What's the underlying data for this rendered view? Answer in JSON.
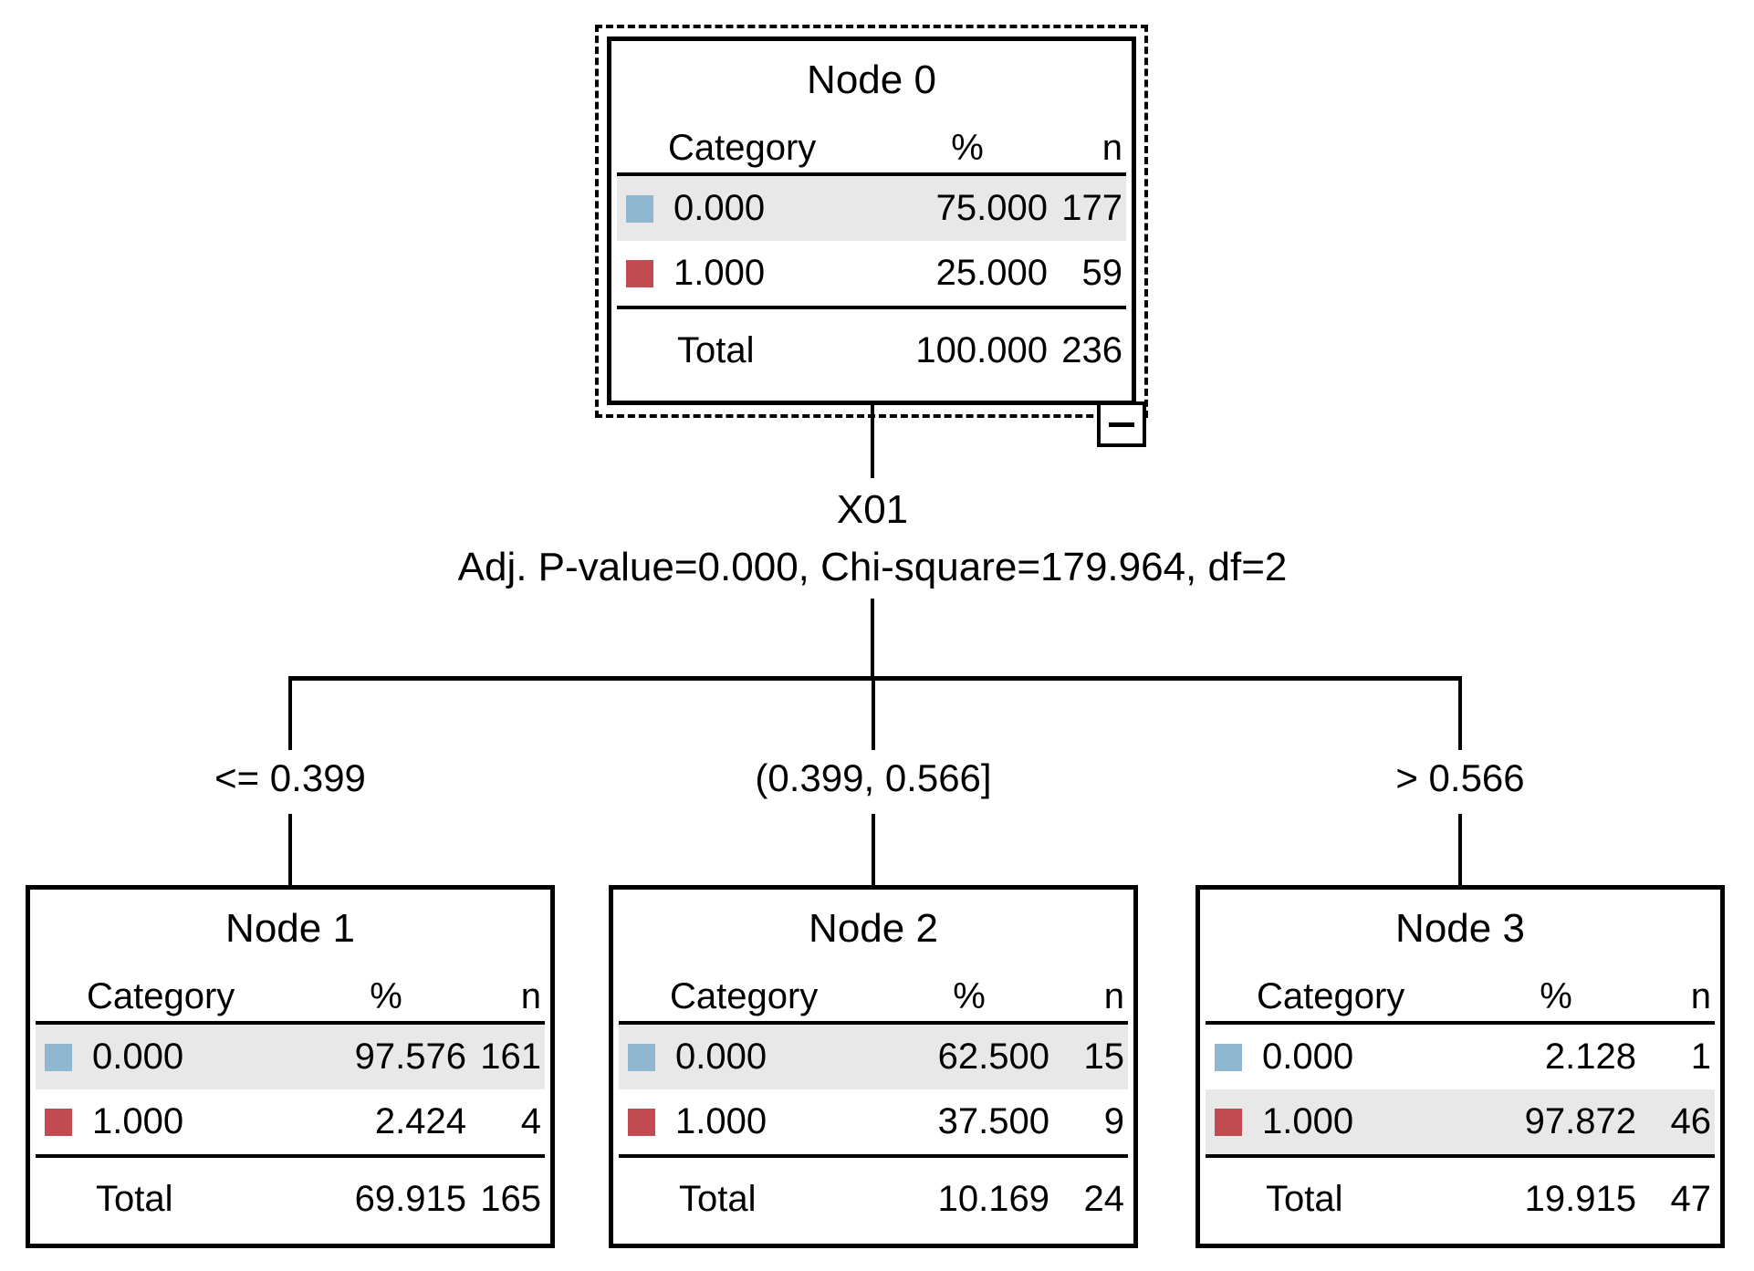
{
  "diagram": {
    "type": "decision-tree",
    "split": {
      "variable_label": "X01",
      "statistics_label": "Adj. P-value=0.000, Chi-square=179.964, df=2",
      "branch_labels": [
        "<= 0.399",
        "(0.399, 0.566]",
        "> 0.566"
      ]
    },
    "columns": {
      "category": "Category",
      "percent": "%",
      "n": "n"
    },
    "total_label": "Total",
    "nodes": [
      {
        "title": "Node 0",
        "selected": true,
        "rows": [
          {
            "category": "0.000",
            "percent": "75.000",
            "n": "177",
            "swatch": "blue",
            "highlighted": true
          },
          {
            "category": "1.000",
            "percent": "25.000",
            "n": "59",
            "swatch": "red",
            "highlighted": false
          }
        ],
        "total": {
          "percent": "100.000",
          "n": "236"
        }
      },
      {
        "title": "Node 1",
        "selected": false,
        "rows": [
          {
            "category": "0.000",
            "percent": "97.576",
            "n": "161",
            "swatch": "blue",
            "highlighted": true
          },
          {
            "category": "1.000",
            "percent": "2.424",
            "n": "4",
            "swatch": "red",
            "highlighted": false
          }
        ],
        "total": {
          "percent": "69.915",
          "n": "165"
        }
      },
      {
        "title": "Node 2",
        "selected": false,
        "rows": [
          {
            "category": "0.000",
            "percent": "62.500",
            "n": "15",
            "swatch": "blue",
            "highlighted": true
          },
          {
            "category": "1.000",
            "percent": "37.500",
            "n": "9",
            "swatch": "red",
            "highlighted": false
          }
        ],
        "total": {
          "percent": "10.169",
          "n": "24"
        }
      },
      {
        "title": "Node 3",
        "selected": false,
        "rows": [
          {
            "category": "0.000",
            "percent": "2.128",
            "n": "1",
            "swatch": "blue",
            "highlighted": false
          },
          {
            "category": "1.000",
            "percent": "97.872",
            "n": "46",
            "swatch": "red",
            "highlighted": true
          }
        ],
        "total": {
          "percent": "19.915",
          "n": "47"
        }
      }
    ],
    "icons": {
      "collapse_button": "minus-icon"
    },
    "colors": {
      "category_0_swatch": "#8FB8D0",
      "category_1_swatch": "#C14B50",
      "highlighted_row": "#E8E8E8",
      "line": "#000000",
      "background": "#FFFFFF"
    }
  }
}
